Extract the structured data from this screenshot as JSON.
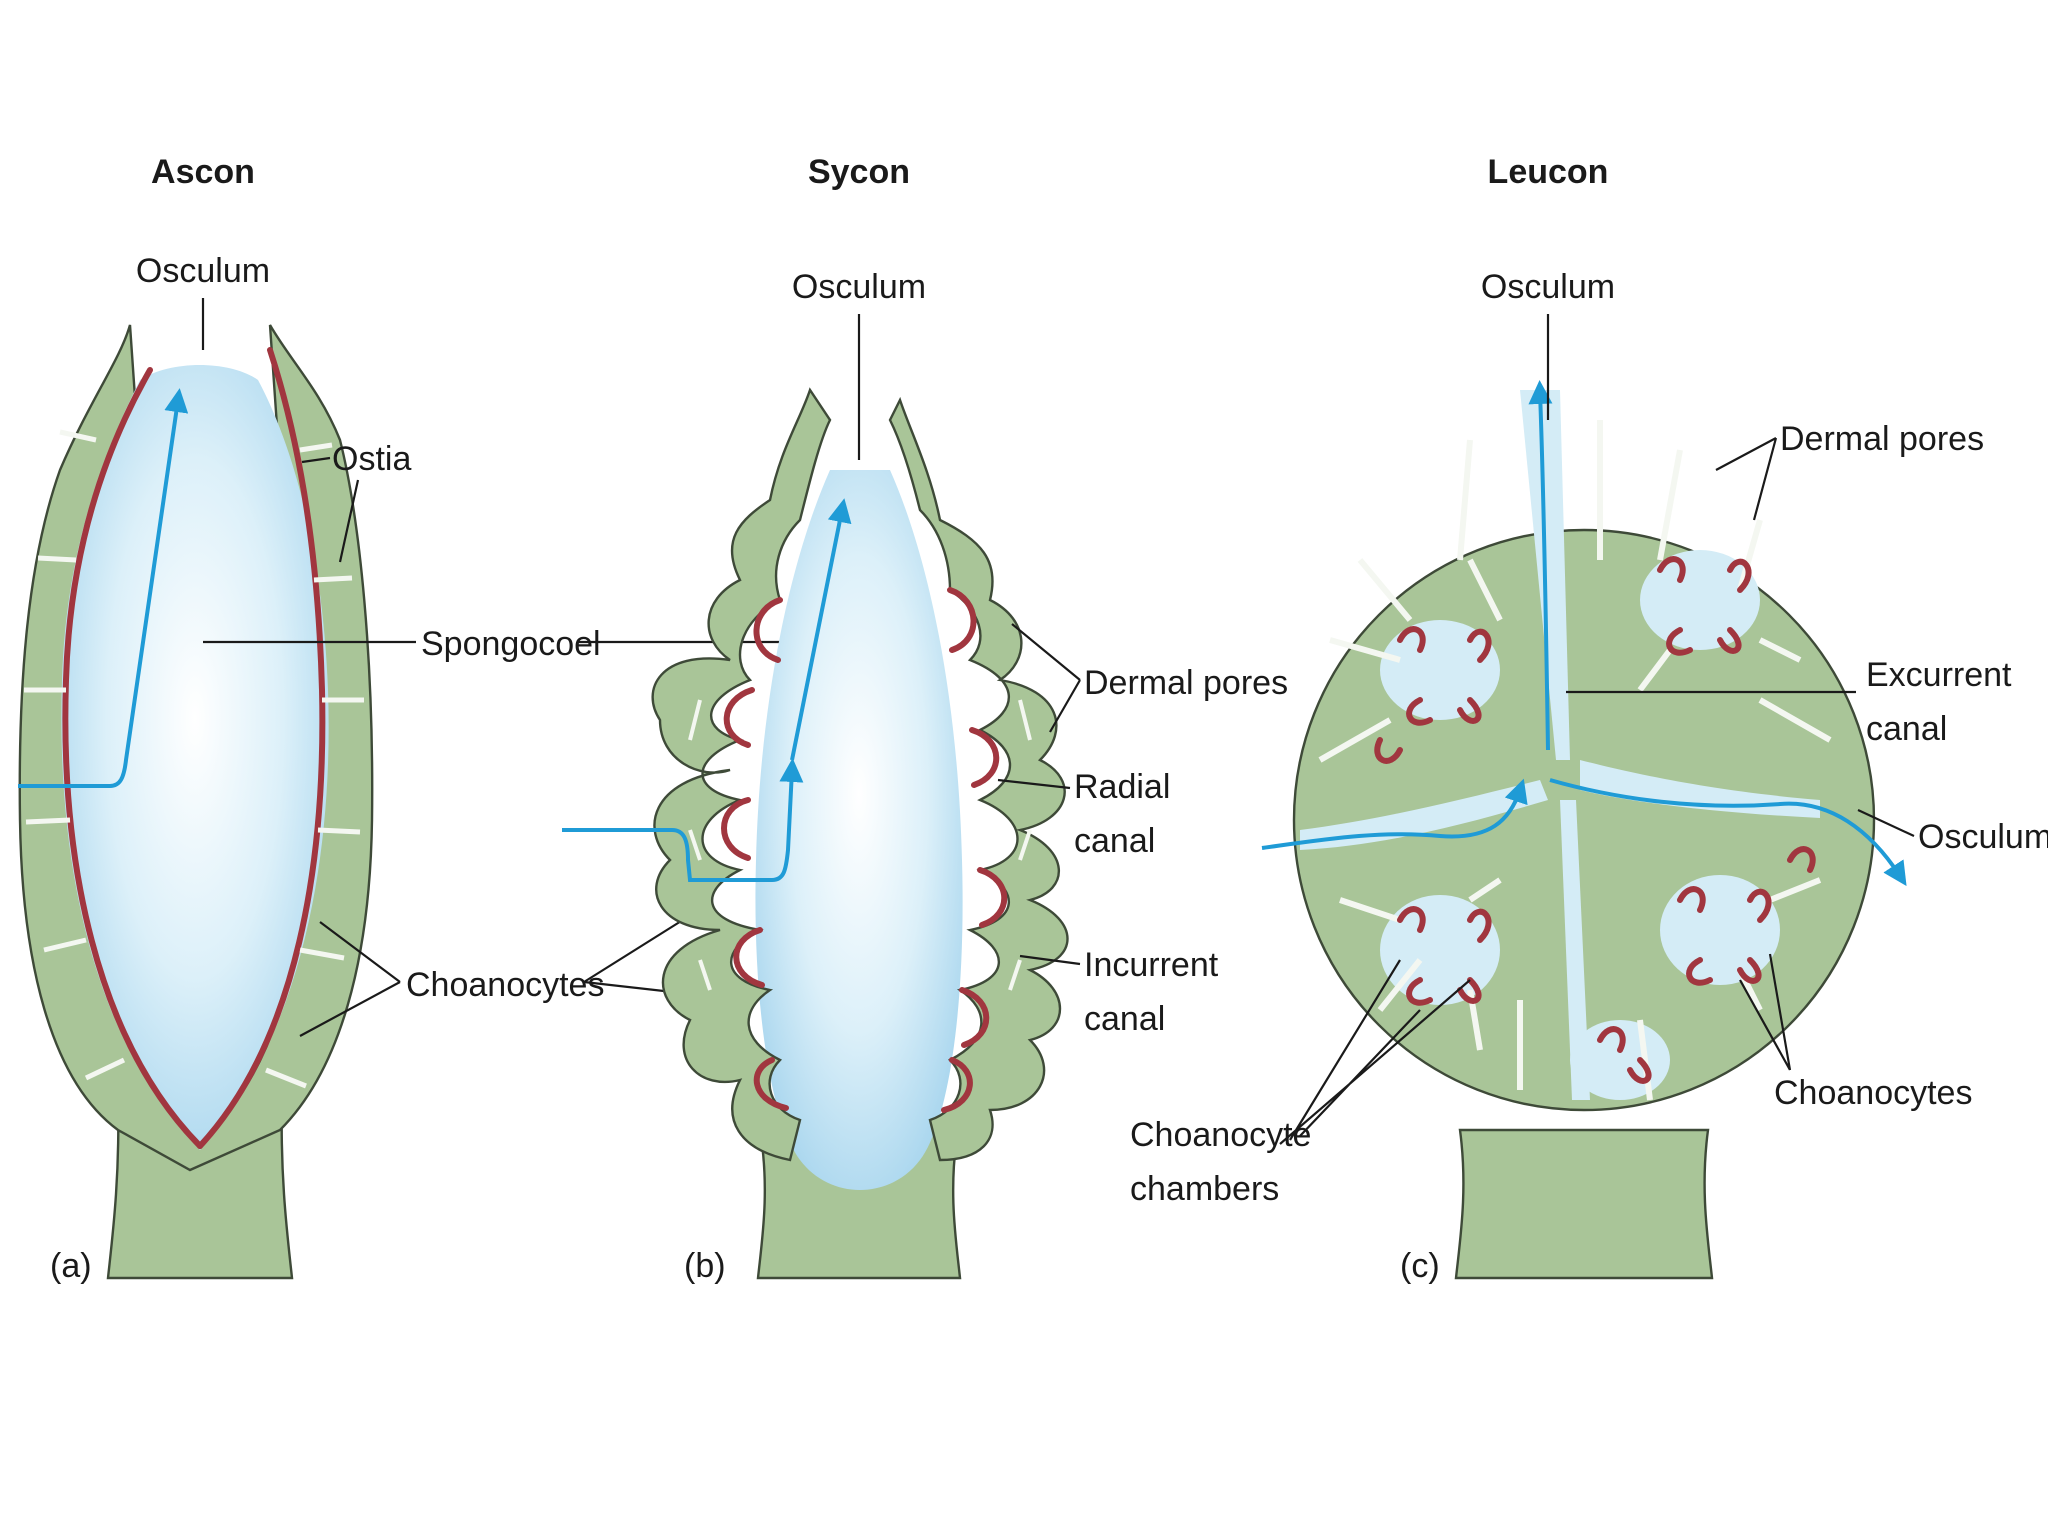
{
  "panels": [
    {
      "title": "Ascon",
      "letter": "(a)",
      "labels": {
        "osculum": "Osculum",
        "ostia": "Ostia",
        "spongocoel": "Spongocoel",
        "choanocytes": "Choanocytes"
      }
    },
    {
      "title": "Sycon",
      "letter": "(b)",
      "labels": {
        "osculum": "Osculum",
        "dermal_pores": "Dermal pores",
        "radial_canal_1": "Radial",
        "radial_canal_2": "canal",
        "incurrent_canal_1": "Incurrent",
        "incurrent_canal_2": "canal"
      }
    },
    {
      "title": "Leucon",
      "letter": "(c)",
      "labels": {
        "osculum_top": "Osculum",
        "dermal_pores": "Dermal pores",
        "excurrent_canal_1": "Excurrent",
        "excurrent_canal_2": "canal",
        "osculum_side": "Osculum",
        "choanocytes": "Choanocytes",
        "chambers_1": "Choanocyte",
        "chambers_2": "chambers"
      }
    }
  ],
  "colors": {
    "cell_green": "#a9c598",
    "cavity_blue": "#cfe8f5",
    "choanocyte_red": "#a1363f",
    "flow_arrow": "#1f9bd6"
  }
}
